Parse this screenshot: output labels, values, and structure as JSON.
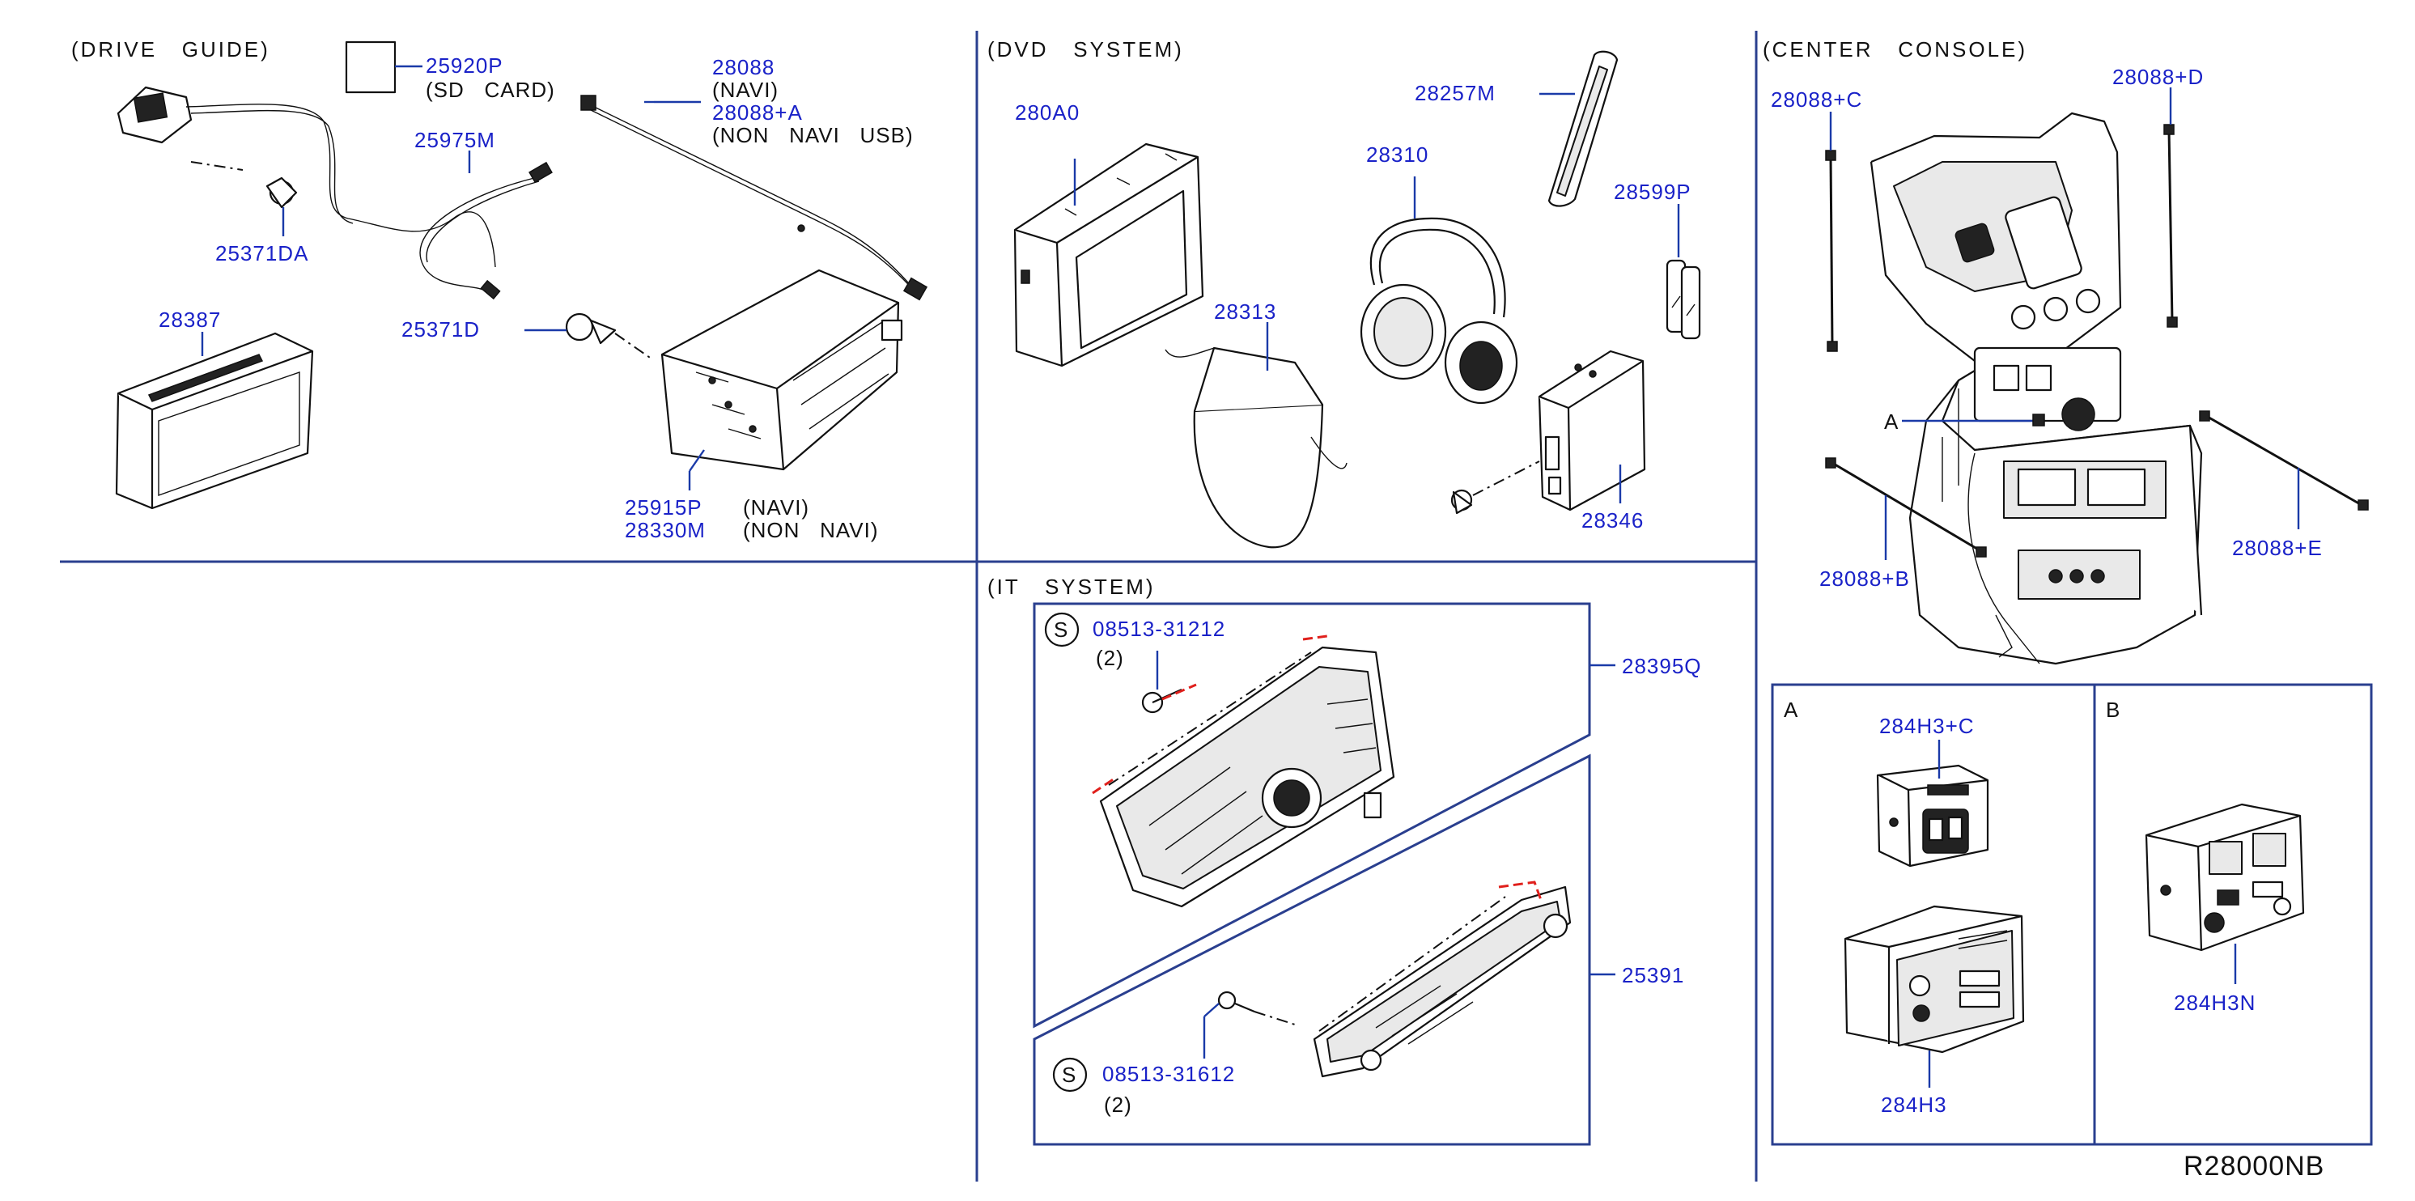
{
  "sections": {
    "drive_guide": "(DRIVE   GUIDE)",
    "dvd_system": "(DVD   SYSTEM)",
    "it_system": "(IT   SYSTEM)",
    "center_console": "(CENTER   CONSOLE)",
    "detail_a": "A",
    "detail_b": "B",
    "callout_a": "A"
  },
  "parts": {
    "p25920P": "25920P",
    "p25920P_note": "(SD   CARD)",
    "p28088": "28088",
    "p28088_note": "(NAVI)",
    "p28088A": "28088+A",
    "p28088A_note": "(NON   NAVI   USB)",
    "p25975M": "25975M",
    "p25371DA": "25371DA",
    "p28387": "28387",
    "p25371D": "25371D",
    "p25915P": "25915P",
    "p25915P_note": "(NAVI)",
    "p28330M": "28330M",
    "p28330M_note": "(NON   NAVI)",
    "p280A0": "280A0",
    "p28257M": "28257M",
    "p28310": "28310",
    "p28599P": "28599P",
    "p28313": "28313",
    "p28346": "28346",
    "p28088C": "28088+C",
    "p28088D": "28088+D",
    "p28088B": "28088+B",
    "p28088E": "28088+E",
    "p284H3C": "284H3+C",
    "p284H3": "284H3",
    "p284H3N": "284H3N",
    "s_symbol_1": "S",
    "s_symbol_2": "S",
    "p08513_31212": "08513-31212",
    "p08513_31212_qty": "(2)",
    "p08513_31612": "08513-31612",
    "p08513_31612_qty": "(2)",
    "p28395Q": "28395Q",
    "p25391": "25391"
  },
  "diagram_ref": "R28000NB"
}
